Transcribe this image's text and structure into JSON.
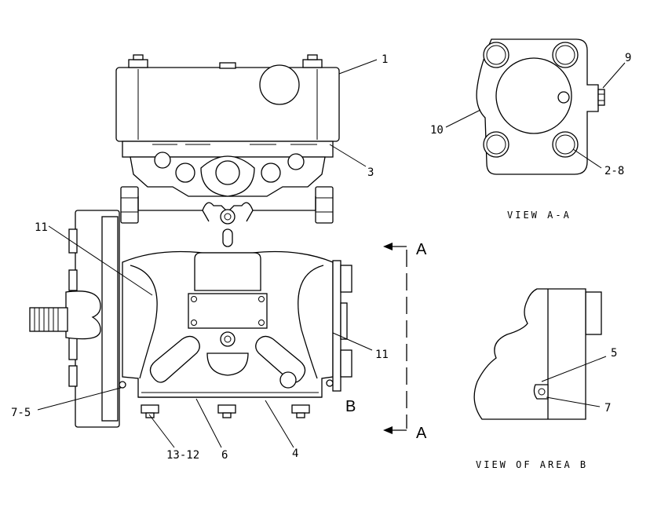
{
  "callouts": {
    "c1": "1",
    "c3": "3",
    "c4": "4",
    "c6": "6",
    "c11_left": "11",
    "c11_right": "11",
    "c7_5": "7-5",
    "c13_12": "13-12",
    "c10": "10",
    "c9": "9",
    "c2_8": "2-8",
    "c5": "5",
    "c7": "7"
  },
  "section_marks": {
    "a_top": "A",
    "a_bottom": "A",
    "b": "B"
  },
  "captions": {
    "view_a": "VIEW A-A",
    "view_b": "VIEW OF AREA B"
  }
}
